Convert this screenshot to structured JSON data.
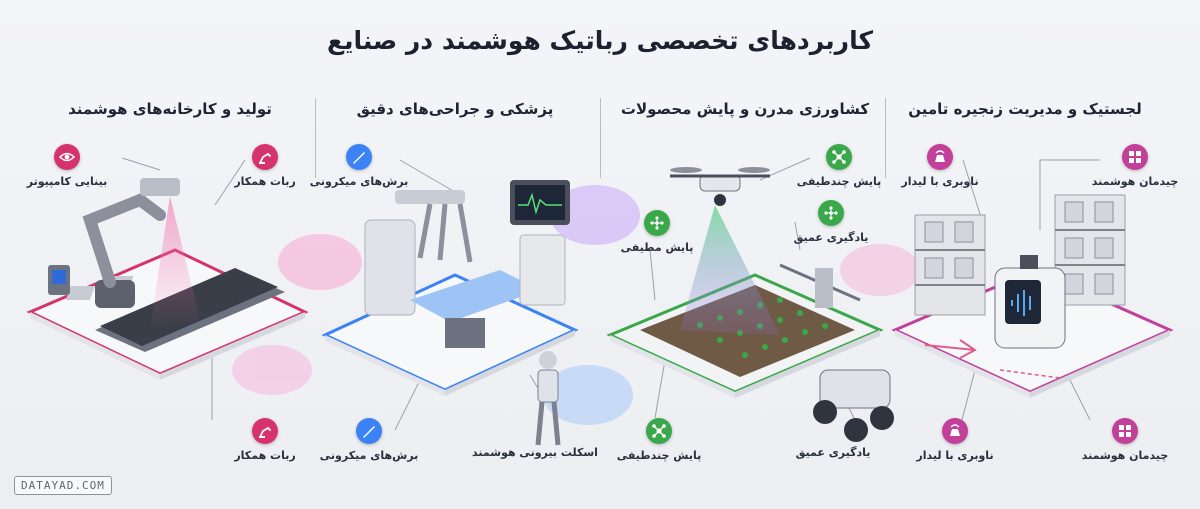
{
  "title": "کاربردهای تخصصی رباتیک هوشمند در صنایع",
  "watermark": "DATAYAD.COM",
  "colors": {
    "manufacturing": "#d6336c",
    "medical": "#3b82f6",
    "agriculture": "#3aa84a",
    "logistics": "#c23f9a"
  },
  "sections": [
    {
      "id": "manufacturing",
      "title": "تولید و کارخانه‌های هوشمند",
      "callouts": [
        {
          "label": "بینایی کامپیوتر",
          "icon": "eye-icon"
        },
        {
          "label": "ربات همکار",
          "icon": "robot-arm-icon"
        },
        {
          "label": "ربات همکار",
          "icon": "robot-arm-icon"
        }
      ]
    },
    {
      "id": "medical",
      "title": "پزشکی و جراحی‌های دقیق",
      "callouts": [
        {
          "label": "برش‌های میکرونی",
          "icon": "scalpel-icon"
        },
        {
          "label": "برش‌های میکرونی",
          "icon": "scalpel-icon"
        },
        {
          "label": "اسکلت بیرونی هوشمند",
          "icon": "exoskeleton-icon"
        }
      ]
    },
    {
      "id": "agriculture",
      "title": "کشاورزی مدرن و پایش محصولات",
      "callouts": [
        {
          "label": "پایش چندطیفی",
          "icon": "drone-icon"
        },
        {
          "label": "یادگیری عمیق",
          "icon": "neural-icon"
        },
        {
          "label": "پایش مطیفی",
          "icon": "neural-icon"
        },
        {
          "label": "پایش چندطیفی",
          "icon": "drone-icon"
        },
        {
          "label": "یادگیری عمیق",
          "icon": "rover-icon"
        }
      ]
    },
    {
      "id": "logistics",
      "title": "لجستیک و مدیریت زنجیره تامین",
      "callouts": [
        {
          "label": "ناوبری با لیدار",
          "icon": "lidar-icon"
        },
        {
          "label": "چیدمان هوشمند",
          "icon": "grid-icon"
        },
        {
          "label": "ناوبری با لیدار",
          "icon": "lidar-icon"
        },
        {
          "label": "چیدمان هوشمند",
          "icon": "grid-icon"
        }
      ]
    }
  ]
}
